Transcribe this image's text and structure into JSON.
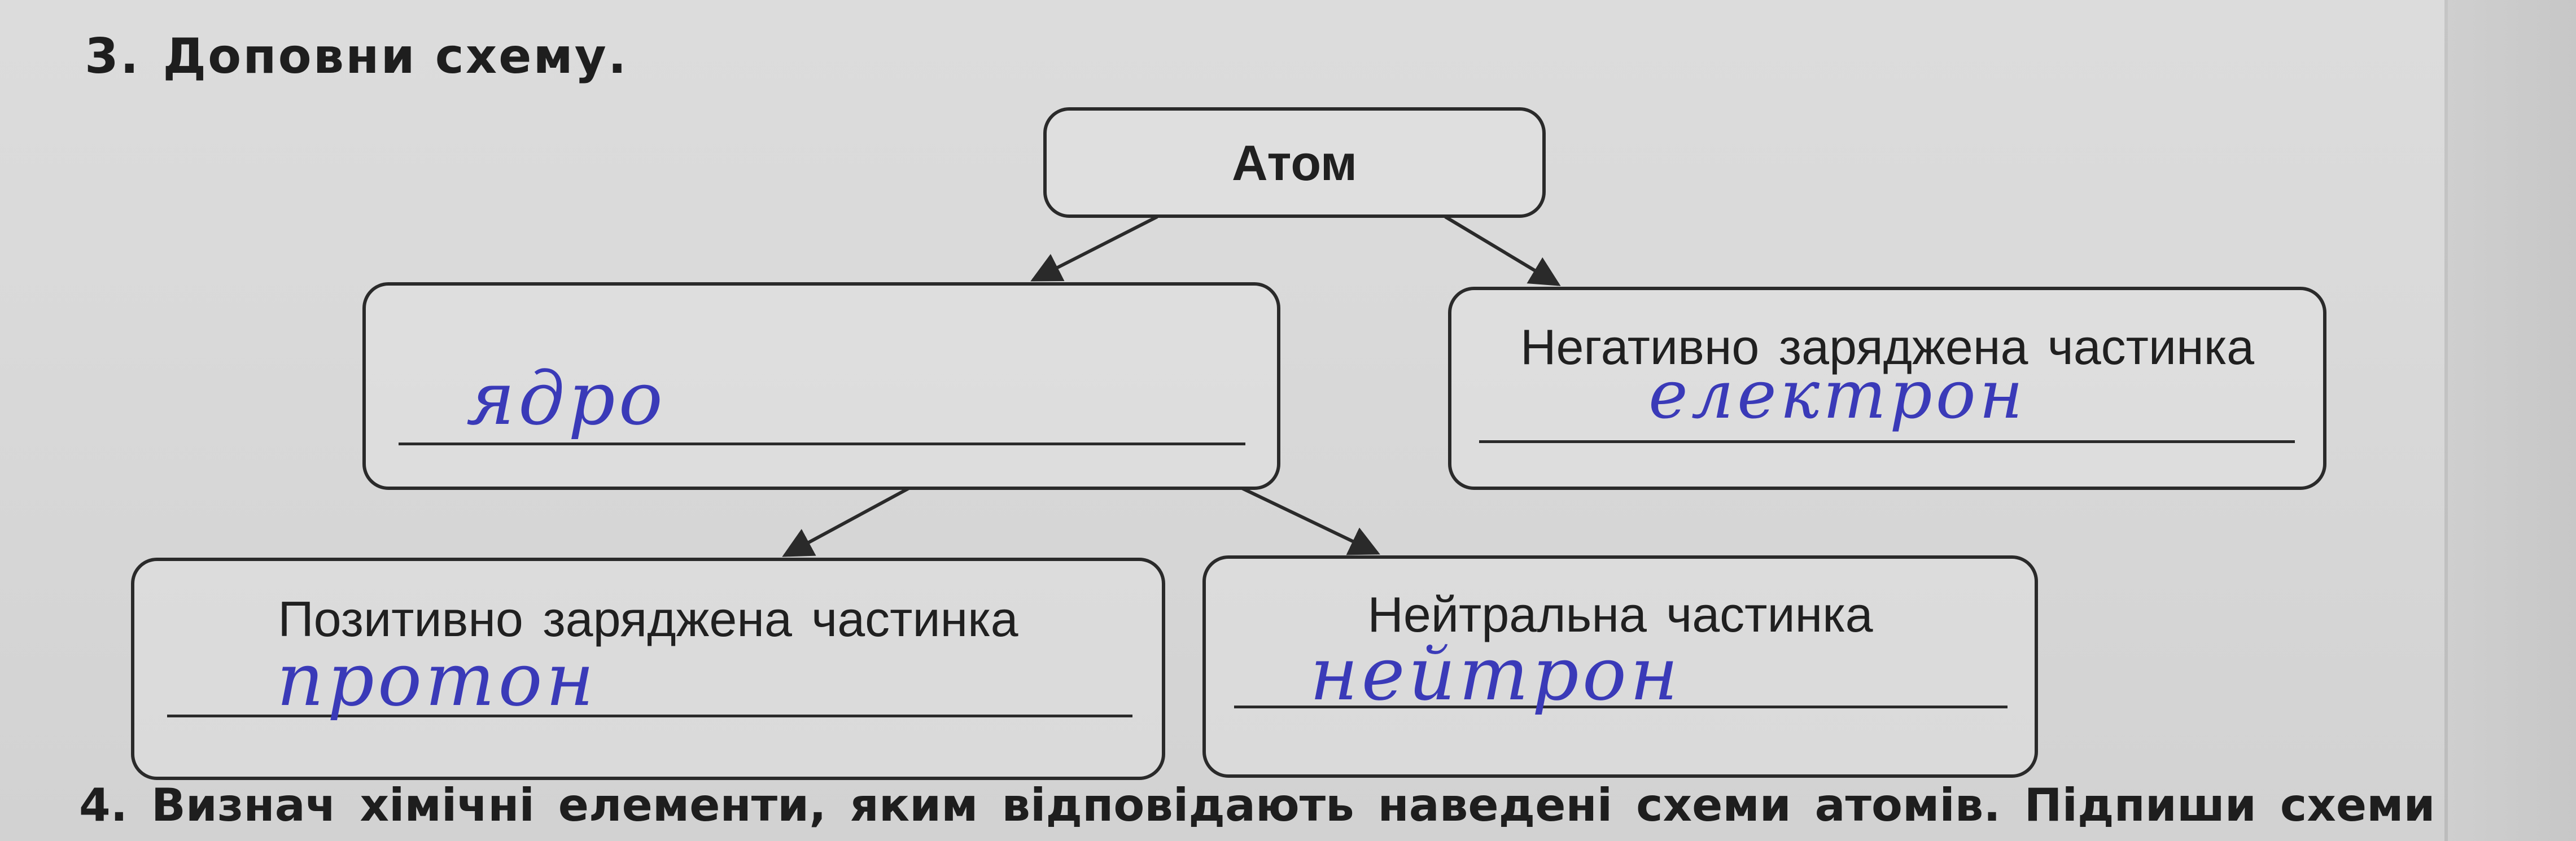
{
  "task": {
    "number": "3.",
    "title": "Доповни схему."
  },
  "diagram": {
    "root": {
      "label": "Атом"
    },
    "left_mid": {
      "label": "",
      "answer": "ядро"
    },
    "right_mid": {
      "label": "Негативно заряджена частинка",
      "answer": "електрон"
    },
    "bottom_left": {
      "label": "Позитивно заряджена частинка",
      "answer": "протон"
    },
    "bottom_right": {
      "label": "Нейтральна частинка",
      "answer": "нейтрон"
    }
  },
  "next_task": {
    "text": "4. Визнач хімічні елементи, яким відповідають наведені схеми атомів. Підпиши схеми"
  },
  "colors": {
    "ink": "#2a2a2a",
    "handwriting": "#3a3ab8"
  }
}
